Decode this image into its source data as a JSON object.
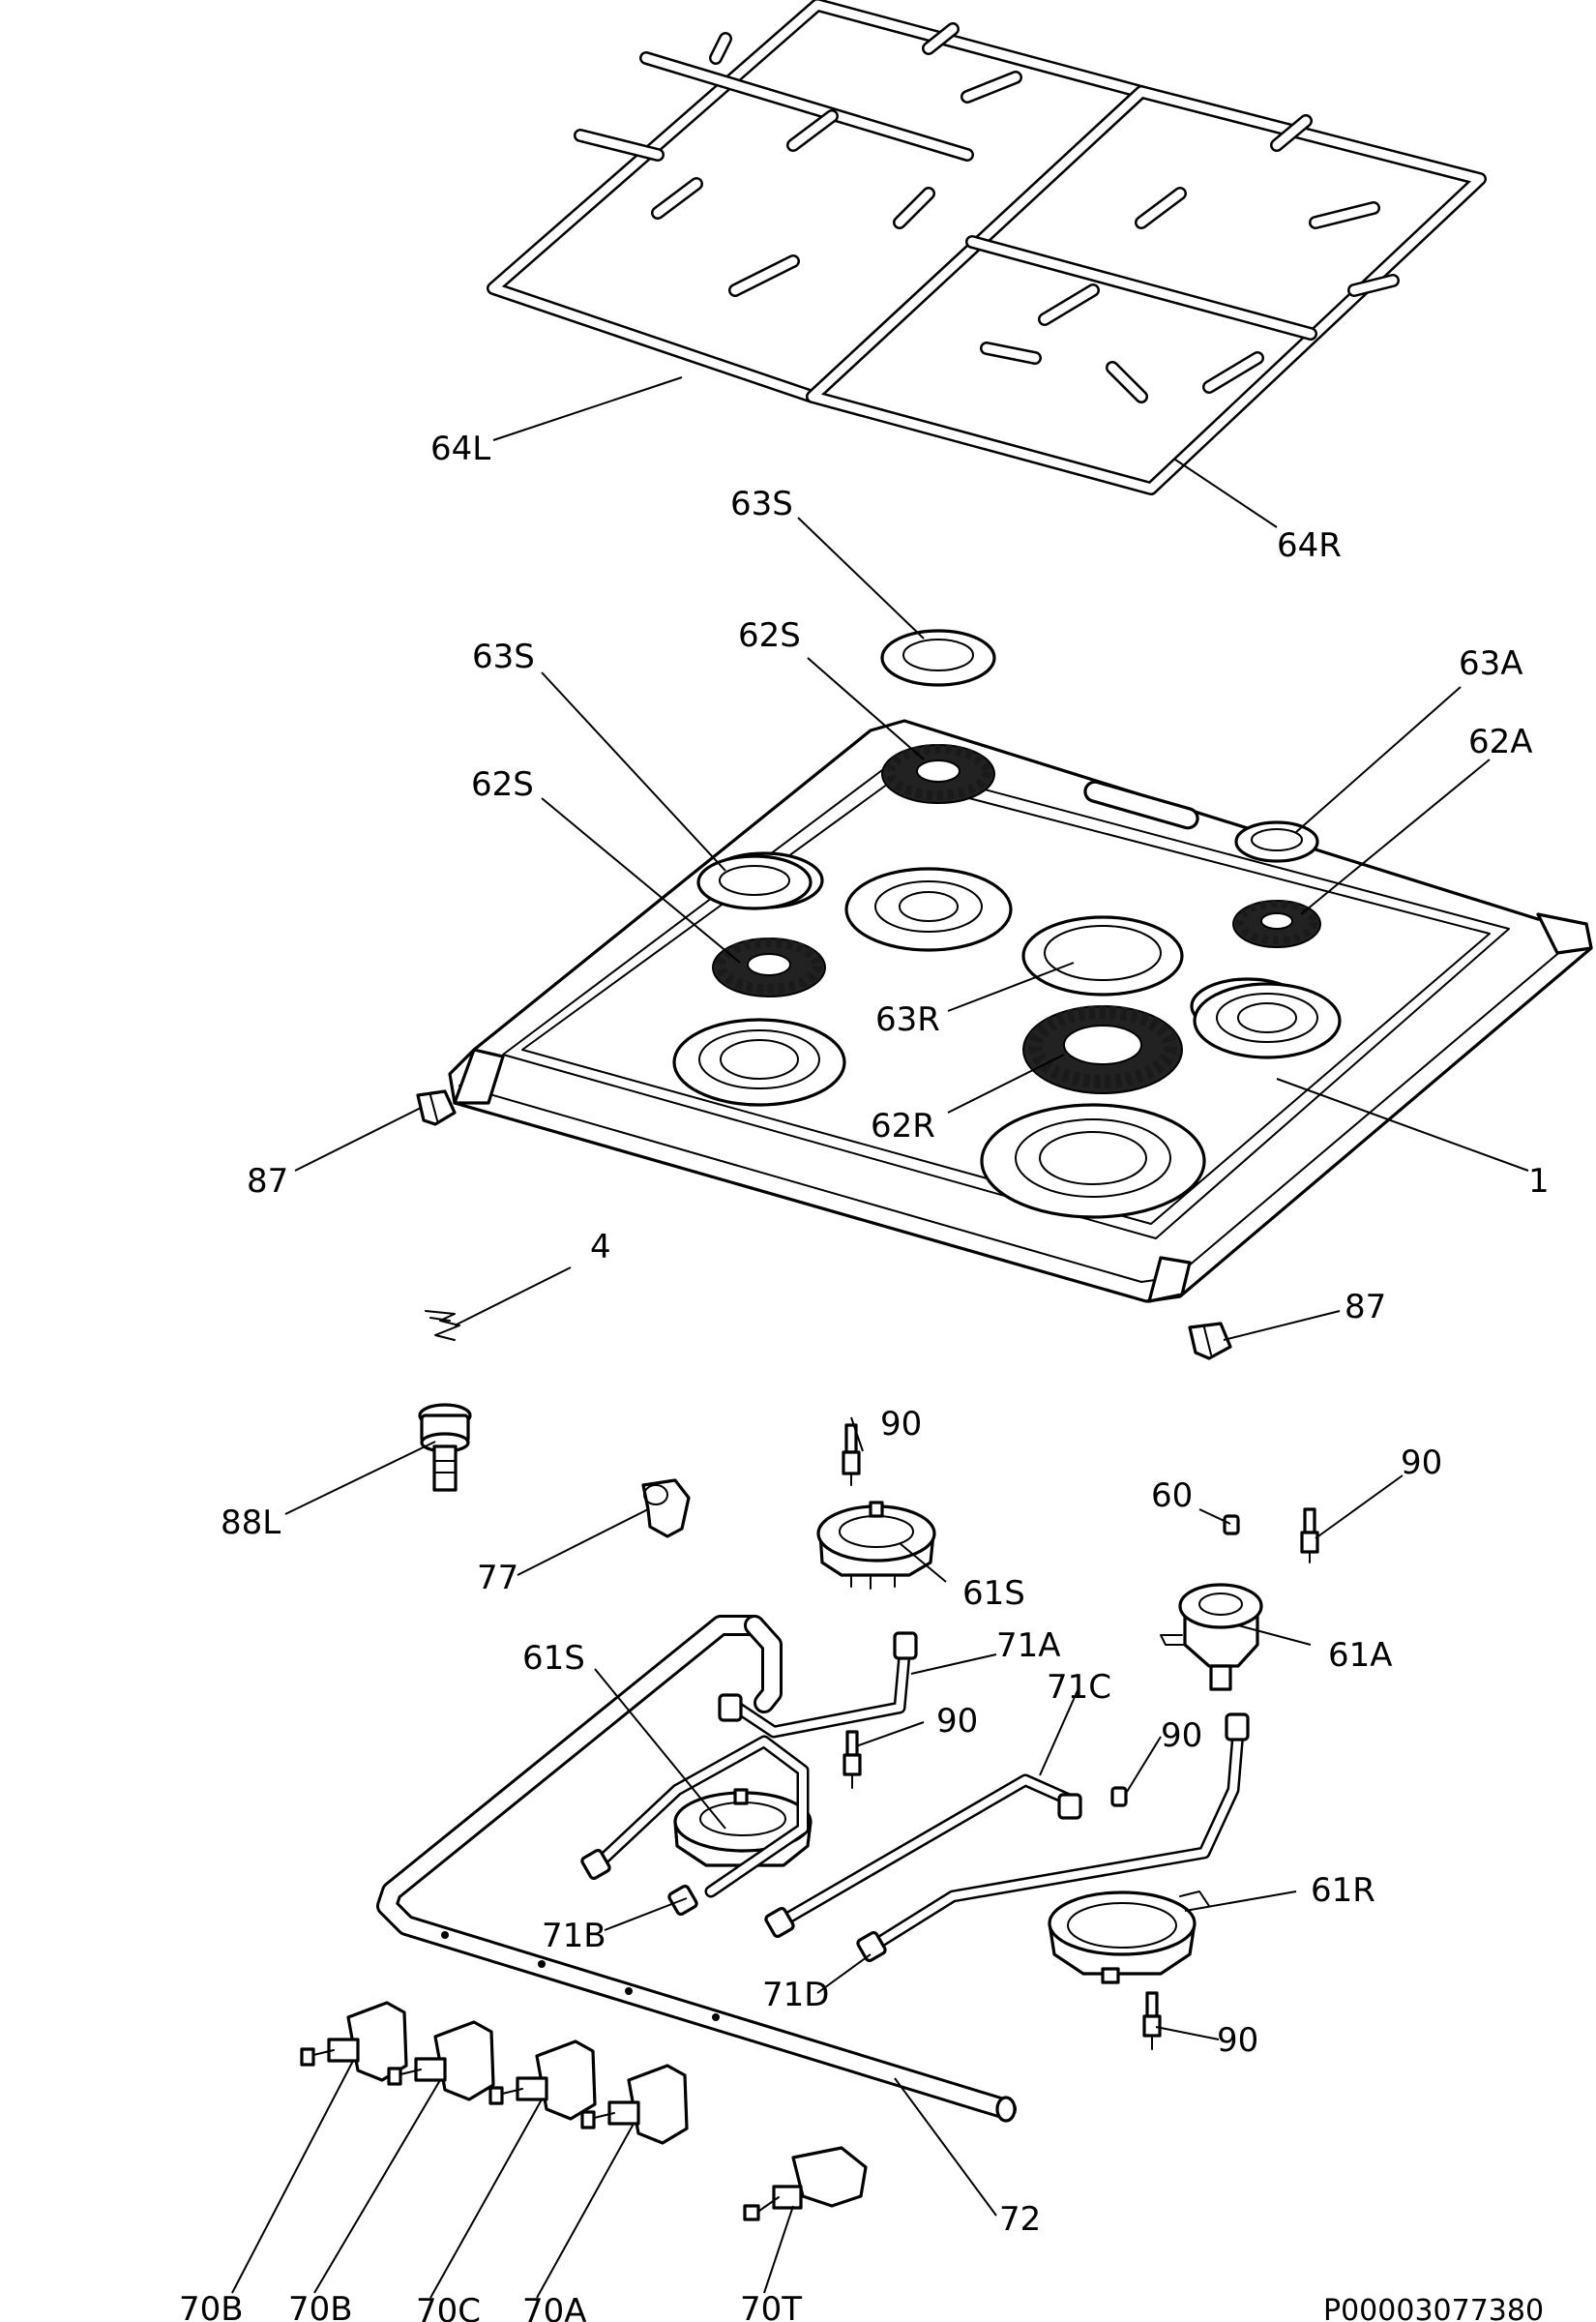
{
  "labels": {
    "l_64L": "64L",
    "l_64R": "64R",
    "l_63S_top": "63S",
    "l_62S_top": "62S",
    "l_63S_left": "63S",
    "l_62S_left": "62S",
    "l_63A": "63A",
    "l_62A": "62A",
    "l_63R": "63R",
    "l_62R": "62R",
    "l_1": "1",
    "l_87_left": "87",
    "l_87_right": "87",
    "l_4": "4",
    "l_88L": "88L",
    "l_77": "77",
    "l_90_a": "90",
    "l_90_b": "90",
    "l_90_c": "90",
    "l_90_d": "90",
    "l_90_e": "90",
    "l_60": "60",
    "l_61S_top": "61S",
    "l_61S_left": "61S",
    "l_61A": "61A",
    "l_61R": "61R",
    "l_71A": "71A",
    "l_71B": "71B",
    "l_71C": "71C",
    "l_71D": "71D",
    "l_72": "72",
    "l_70B_1": "70B",
    "l_70B_2": "70B",
    "l_70C": "70C",
    "l_70A": "70A",
    "l_70T": "70T"
  },
  "document_number": "P00003077380"
}
